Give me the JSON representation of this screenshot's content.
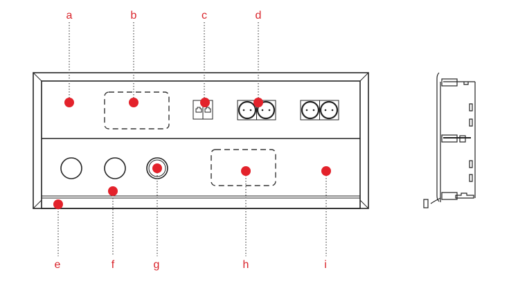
{
  "labels": {
    "a": "a",
    "b": "b",
    "c": "c",
    "d": "d",
    "e": "e",
    "f": "f",
    "g": "g",
    "h": "h",
    "i": "i"
  },
  "colors": {
    "marker": "#e3222b",
    "label": "#d9232a",
    "line": "#222222"
  }
}
